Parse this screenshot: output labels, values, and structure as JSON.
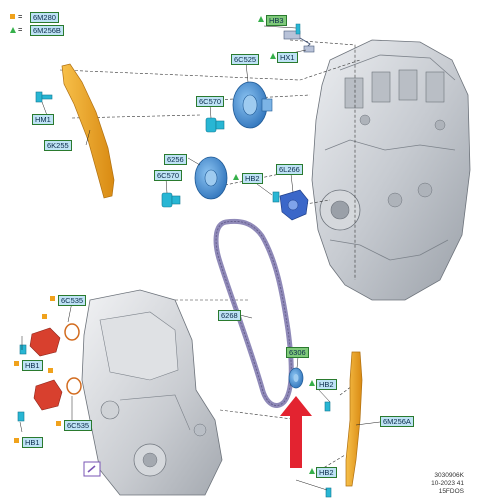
{
  "legend": {
    "square_code": "6M280",
    "triangle_code": "6M256B"
  },
  "labels": {
    "hb3": "HB3",
    "hx1": "HX1",
    "c6525": "6C525",
    "c6570_top": "6C570",
    "hm1": "HM1",
    "k6255": "6K255",
    "p6256": "6256",
    "c6570_mid": "6C570",
    "hb2_mid": "HB2",
    "l6266": "6L266",
    "p6268": "6268",
    "c6535_top": "6C535",
    "hb1_top": "HB1",
    "c6535_bot": "6C535",
    "hb1_bot": "HB1",
    "p6306": "6306",
    "hb2_right": "HB2",
    "m6256a": "6M256A",
    "hb2_bottom": "HB2"
  },
  "reference": {
    "line1": "3030906K",
    "line2": "10-2023 41",
    "line3": "15FDOS"
  },
  "colors": {
    "label_fill": "#bfe3f5",
    "label_fill_highlight": "#7fc97a",
    "label_border": "#2a7a2e",
    "square_marker": "#f0a21c",
    "triangle_marker": "#36b04a",
    "guide_orange": "#e9a21b",
    "sprocket_blue": "#3d8fd6",
    "chain_lavender": "#8f89b8",
    "bolt_cyan": "#28b6d4",
    "part_red": "#d8402e",
    "arrow_red": "#e32330",
    "metal_gray": "#c9ccd1"
  }
}
